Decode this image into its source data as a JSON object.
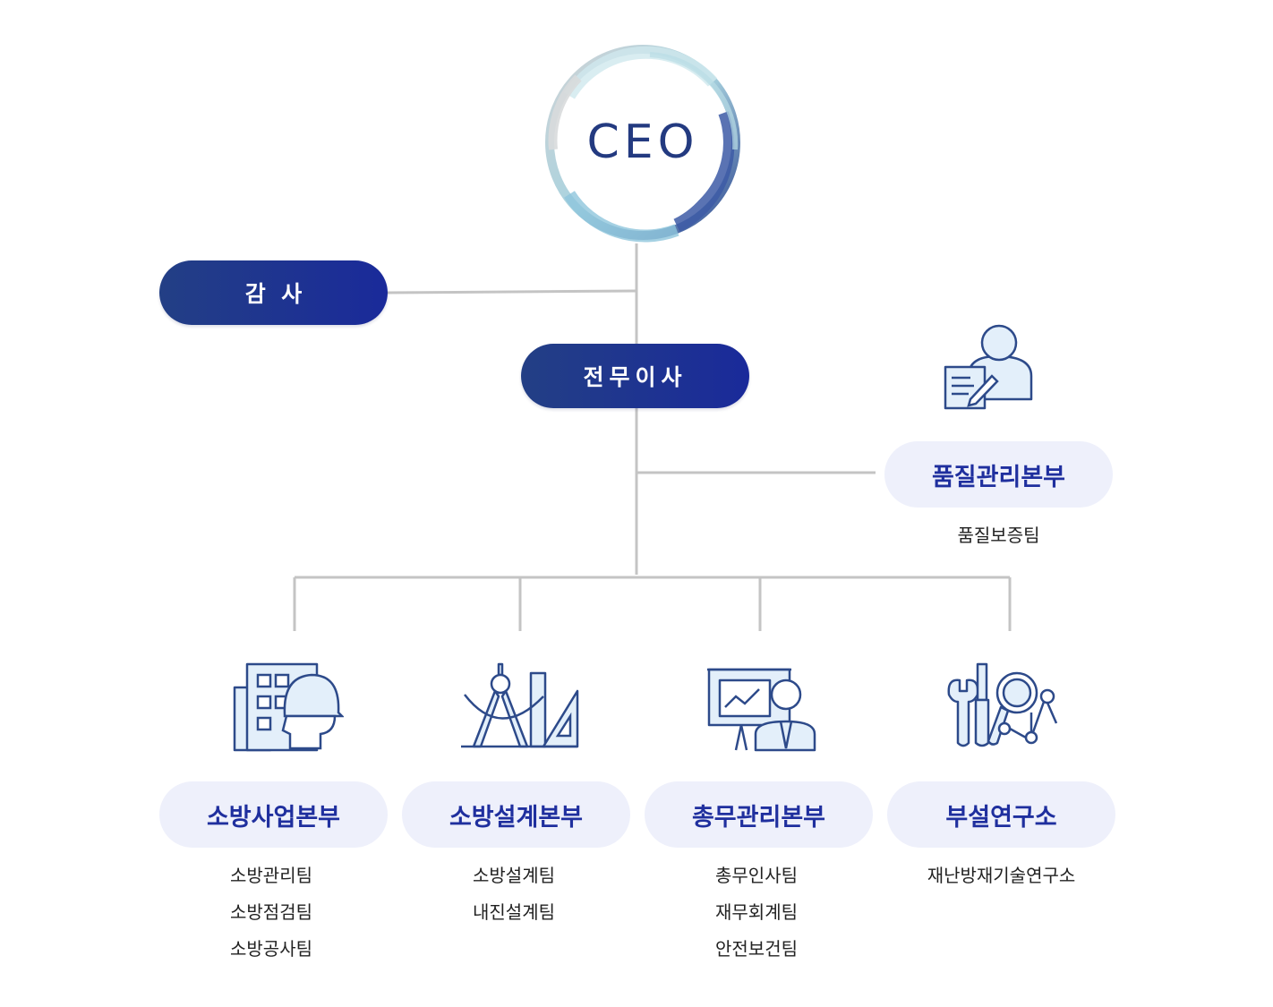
{
  "ceo": {
    "label": "CEO"
  },
  "audit": {
    "label": "감  사"
  },
  "managing_director": {
    "label": "전무이사"
  },
  "quality": {
    "label": "품질관리본부",
    "teams": [
      "품질보증팀"
    ],
    "icon": "person-document-icon"
  },
  "divisions": [
    {
      "label": "소방사업본부",
      "teams": [
        "소방관리팀",
        "소방점검팀",
        "소방공사팀"
      ],
      "icon": "building-engineer-icon"
    },
    {
      "label": "소방설계본부",
      "teams": [
        "소방설계팀",
        "내진설계팀"
      ],
      "icon": "compass-ruler-icon"
    },
    {
      "label": "총무관리본부",
      "teams": [
        "총무인사팀",
        "재무회계팀",
        "안전보건팀"
      ],
      "icon": "presentation-person-icon"
    },
    {
      "label": "부설연구소",
      "teams": [
        "재난방재기술연구소"
      ],
      "icon": "tools-magnifier-icon"
    }
  ],
  "colors": {
    "primary": "#1f2f9e",
    "dark_pill": "#233f85",
    "light_pill": "#eef0fb",
    "line": "#c4c4c4",
    "icon_stroke": "#2d4a8a",
    "icon_fill": "#e3effa"
  }
}
